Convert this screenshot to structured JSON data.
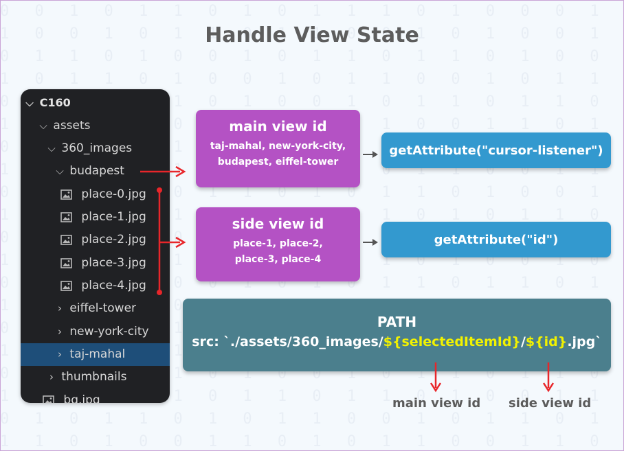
{
  "title": "Handle View State",
  "explorer": {
    "root": "C160",
    "rows": {
      "assets": "assets",
      "images_dir": "360_images",
      "budapest": "budapest",
      "place0": "place-0.jpg",
      "place1": "place-1.jpg",
      "place2": "place-2.jpg",
      "place3": "place-3.jpg",
      "place4": "place-4.jpg",
      "eiffel": "eiffel-tower",
      "newyork": "new-york-city",
      "tajmahal": "taj-mahal",
      "thumbnails": "thumbnails",
      "bg": "bg.jpg"
    },
    "selected": "taj-mahal"
  },
  "main_view": {
    "title": "main view id",
    "line1": "taj-mahal, new-york-city,",
    "line2": "budapest, eiffel-tower",
    "attribute": "getAttribute(\"cursor-listener\")"
  },
  "side_view": {
    "title": "side view id",
    "line1": "place-1, place-2,",
    "line2": "place-3, place-4",
    "attribute": "getAttribute(\"id\")"
  },
  "path": {
    "title": "PATH",
    "prefix": "src: `./assets/360_images/",
    "var1": "${selectedItemId}",
    "slash": "/",
    "var2": "${id}",
    "suffix": ".jpg`"
  },
  "captions": {
    "main": "main view id",
    "side": "side view id"
  },
  "colors": {
    "purple": "#b452c4",
    "blue": "#3399cf",
    "teal": "#4b7f8d",
    "arrow_red": "#e8262a",
    "highlight": "#f2f200"
  }
}
